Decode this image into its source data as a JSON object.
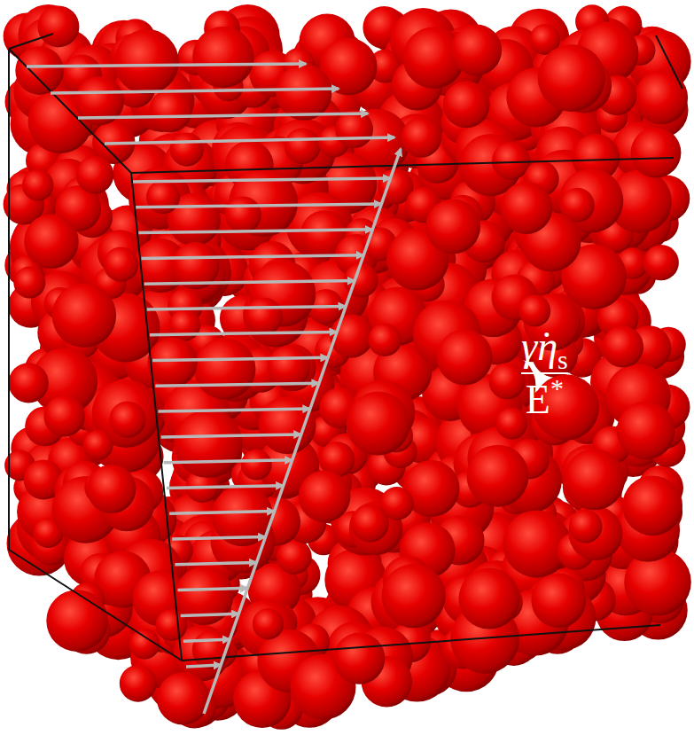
{
  "diagram": {
    "labels": [
      "γ̇η",
      "s",
      "E",
      "*"
    ]
  }
}
